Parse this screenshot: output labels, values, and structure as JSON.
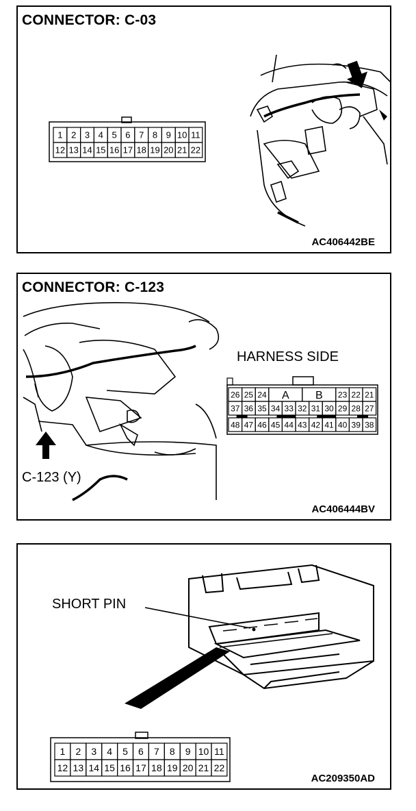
{
  "panels": [
    {
      "title": "CONNECTOR: C-03",
      "code": "AC406442BE",
      "connector": {
        "row1": [
          "1",
          "2",
          "3",
          "4",
          "5",
          "6",
          "7",
          "8",
          "9",
          "10",
          "11"
        ],
        "row2": [
          "12",
          "13",
          "14",
          "15",
          "16",
          "17",
          "18",
          "19",
          "20",
          "21",
          "22"
        ]
      }
    },
    {
      "title": "CONNECTOR: C-123",
      "code": "AC406444BV",
      "harness_label": "HARNESS SIDE",
      "callout": "C-123 (Y)",
      "connector": {
        "row1_left": [
          "26",
          "25",
          "24"
        ],
        "row1_mid": [
          "A",
          "B"
        ],
        "row1_right": [
          "23",
          "22",
          "21"
        ],
        "row2": [
          "37",
          "36",
          "35",
          "34",
          "33",
          "32",
          "31",
          "30",
          "29",
          "28",
          "27"
        ],
        "row3": [
          "48",
          "47",
          "46",
          "45",
          "44",
          "43",
          "42",
          "41",
          "40",
          "39",
          "38"
        ]
      }
    },
    {
      "code": "AC209350AD",
      "callout": "SHORT PIN",
      "connector": {
        "row1": [
          "1",
          "2",
          "3",
          "4",
          "5",
          "6",
          "7",
          "8",
          "9",
          "10",
          "11"
        ],
        "row2": [
          "12",
          "13",
          "14",
          "15",
          "16",
          "17",
          "18",
          "19",
          "20",
          "21",
          "22"
        ]
      }
    }
  ]
}
